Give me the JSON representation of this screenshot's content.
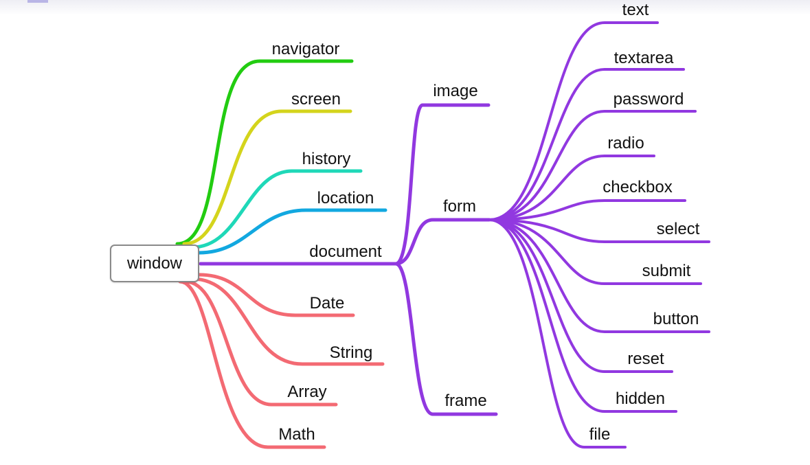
{
  "root": {
    "label": "window"
  },
  "colors": {
    "navigator": "#22cc11",
    "screen": "#d4d41c",
    "history": "#1fd8b8",
    "location": "#12a8e0",
    "document": "#9138e0",
    "builtins": "#f36a73"
  },
  "window_children": [
    {
      "label": "navigator",
      "color": "#22cc11"
    },
    {
      "label": "screen",
      "color": "#d4d41c"
    },
    {
      "label": "history",
      "color": "#1fd8b8"
    },
    {
      "label": "location",
      "color": "#12a8e0"
    },
    {
      "label": "document",
      "color": "#9138e0"
    },
    {
      "label": "Date",
      "color": "#f36a73"
    },
    {
      "label": "String",
      "color": "#f36a73"
    },
    {
      "label": "Array",
      "color": "#f36a73"
    },
    {
      "label": "Math",
      "color": "#f36a73"
    }
  ],
  "document_children": [
    {
      "label": "image"
    },
    {
      "label": "form"
    },
    {
      "label": "frame"
    }
  ],
  "form_children": [
    {
      "label": "text"
    },
    {
      "label": "textarea"
    },
    {
      "label": "password"
    },
    {
      "label": "radio"
    },
    {
      "label": "checkbox"
    },
    {
      "label": "select"
    },
    {
      "label": "submit"
    },
    {
      "label": "button"
    },
    {
      "label": "reset"
    },
    {
      "label": "hidden"
    },
    {
      "label": "file"
    }
  ]
}
